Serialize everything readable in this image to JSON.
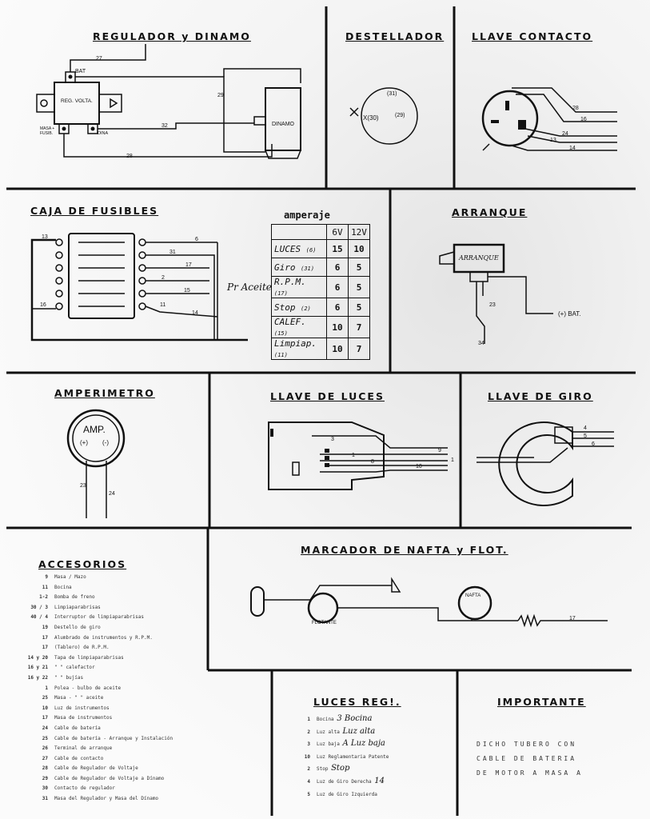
{
  "panels": {
    "regulador": {
      "title": "REGULADOR y DINAMO",
      "labels": [
        "BAT",
        "REG. VOLTA.",
        "DINAMO",
        "MASA + FUSIB.",
        "DINA",
        "27",
        "29",
        "32",
        "28"
      ]
    },
    "destellador": {
      "title": "DESTELLADOR",
      "labels": [
        "(31)",
        "X(30)",
        "(29)"
      ]
    },
    "llave_contacto": {
      "title": "LLAVE CONTACTO",
      "labels": [
        "28",
        "16",
        "24",
        "13",
        "14"
      ]
    },
    "caja_fusibles": {
      "title": "CAJA DE FUSIBLES",
      "left_labels": [
        "13",
        "16"
      ],
      "right_labels": [
        "6",
        "31",
        "17",
        "2",
        "15",
        "11",
        "14"
      ]
    },
    "amperaje": {
      "title": "amperaje",
      "columns": [
        "6V",
        "12V"
      ],
      "rows": [
        {
          "name": "LUCES",
          "ref": "(6)",
          "v6": "15",
          "v12": "10"
        },
        {
          "name": "Giro",
          "ref": "(31)",
          "v6": "6",
          "v12": "5"
        },
        {
          "name": "R.P.M.",
          "ref": "(17)",
          "v6": "6",
          "v12": "5"
        },
        {
          "name": "Stop",
          "ref": "(2)",
          "v6": "6",
          "v12": "5"
        },
        {
          "name": "CALEF.",
          "ref": "(15)",
          "v6": "10",
          "v12": "7"
        },
        {
          "name": "Limpiap.",
          "ref": "(11)",
          "v6": "10",
          "v12": "7"
        }
      ],
      "side_note": "Pr Aceite"
    },
    "arranque": {
      "title": "ARRANQUE",
      "labels": [
        "ARRANQUE",
        "(+) BAT.",
        "23",
        "34"
      ]
    },
    "amperimetro": {
      "title": "AMPERIMETRO",
      "labels": [
        "AMP.",
        "(+)",
        "(-)",
        "23",
        "24"
      ]
    },
    "llave_luces": {
      "title": "LLAVE DE LUCES",
      "labels": [
        "3",
        "1",
        "8",
        "10",
        "9",
        "1"
      ]
    },
    "llave_giro": {
      "title": "LLAVE DE GIRO",
      "labels": [
        "4",
        "5",
        "6"
      ]
    },
    "marcador_nafta": {
      "title": "MARCADOR DE NAFTA y FLOT.",
      "labels": [
        "FLOTANTE",
        "NAFTA",
        "17"
      ]
    },
    "accesorios": {
      "title": "ACCESORIOS",
      "rows": [
        {
          "q": "9",
          "t": "Masa / Mazo"
        },
        {
          "q": "11",
          "t": "Bocina"
        },
        {
          "q": "1-2",
          "t": "Bomba de freno"
        },
        {
          "q": "30 / 3",
          "t": "Limpiaparabrisas"
        },
        {
          "q": "40 / 4",
          "t": "Interruptor de limpiaparabrisas"
        },
        {
          "q": "19",
          "t": "Destello de giro"
        },
        {
          "q": "17",
          "t": "Alumbrado de instrumentos y R.P.M."
        },
        {
          "q": "17",
          "t": "(Tablero) de R.P.M."
        },
        {
          "q": "14 y 20",
          "t": "Tapa de limpiaparabrisas"
        },
        {
          "q": "16 y 21",
          "t": "\" \" calefactor"
        },
        {
          "q": "16 y 22",
          "t": "\" \" bujías"
        },
        {
          "q": "1",
          "t": "Polea - bulbo de aceite"
        },
        {
          "q": "25",
          "t": "Masa - \" \" aceite"
        },
        {
          "q": "10",
          "t": "Luz de instrumentos"
        },
        {
          "q": "17",
          "t": "Masa de instrumentos"
        },
        {
          "q": "24",
          "t": "Cable de batería"
        },
        {
          "q": "25",
          "t": "Cable de batería - Arranque y Instalación"
        },
        {
          "q": "26",
          "t": "Terminal de arranque"
        },
        {
          "q": "27",
          "t": "Cable de contacto"
        },
        {
          "q": "28",
          "t": "Cable de Regulador de Voltaje"
        },
        {
          "q": "29",
          "t": "Cable de Regulador de Voltaje a Dínamo"
        },
        {
          "q": "30",
          "t": "Contacto de regulador"
        },
        {
          "q": "31",
          "t": "Masa del Regulador y Masa del Dínamo"
        }
      ]
    },
    "luces_reg": {
      "title": "LUCES REG!.",
      "rows": [
        {
          "q": "1",
          "t": "Bocina",
          "hand": "3 Bocina"
        },
        {
          "q": "2",
          "t": "Luz alta",
          "hand": "Luz alta"
        },
        {
          "q": "3",
          "t": "Luz baja",
          "hand": "A Luz baja"
        },
        {
          "q": "10",
          "t": "Luz Reglamentaria Patente",
          "hand": ""
        },
        {
          "q": "2",
          "t": "Stop",
          "hand": "Stop"
        },
        {
          "q": "4",
          "t": "Luz de Giro Derecha",
          "hand": "14"
        },
        {
          "q": "5",
          "t": "Luz de Giro Izquierda",
          "hand": ""
        }
      ]
    },
    "importante": {
      "title": "IMPORTANTE",
      "lines": [
        "DICHO TUBERO CON",
        "CABLE DE BATERIA",
        "DE MOTOR A MASA A"
      ]
    }
  }
}
